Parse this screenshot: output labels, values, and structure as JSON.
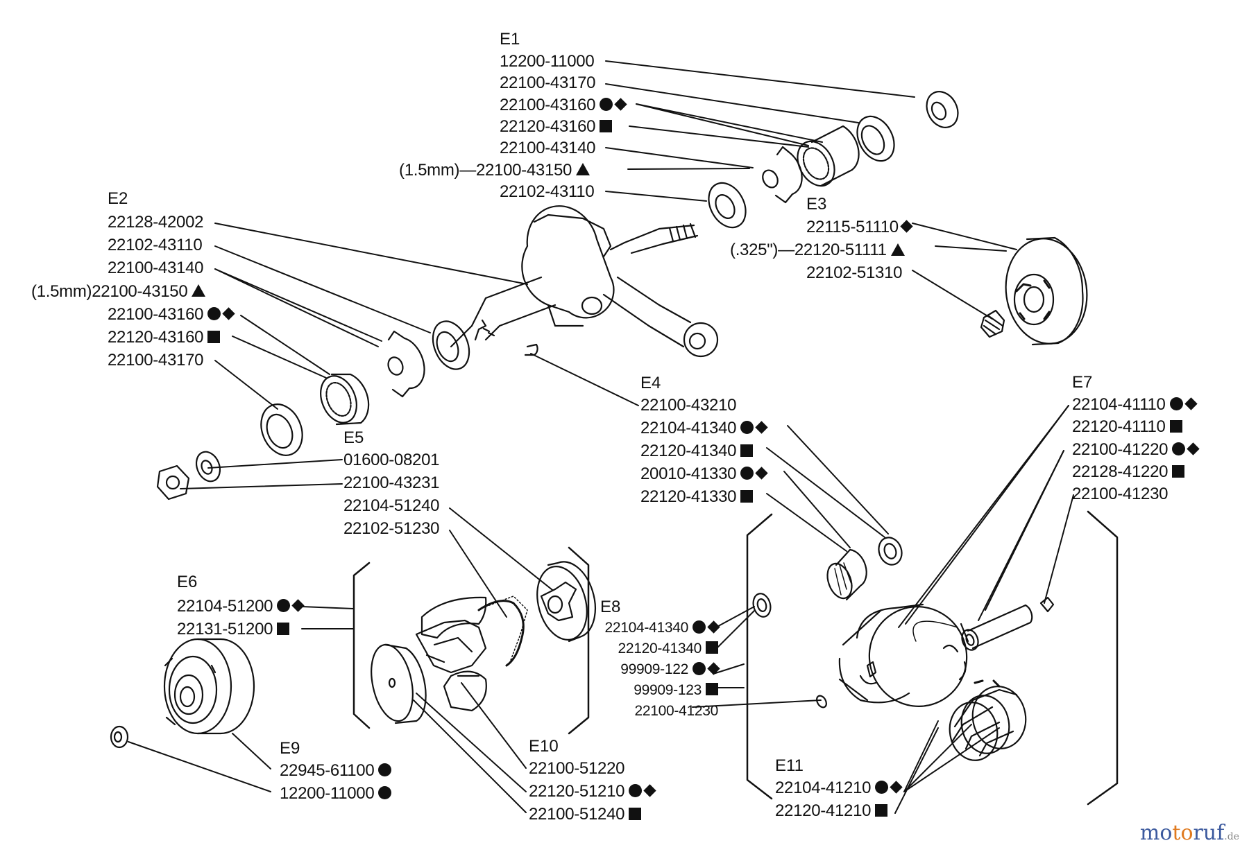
{
  "groups": {
    "e1": {
      "title": "E1",
      "parts": [
        {
          "part": "12200-11000",
          "prefix": "",
          "symbols": []
        },
        {
          "part": "22100-43170",
          "prefix": "",
          "symbols": []
        },
        {
          "part": "22100-43160",
          "prefix": "",
          "symbols": [
            "circle",
            "diamond"
          ]
        },
        {
          "part": "22120-43160",
          "prefix": "",
          "symbols": [
            "square"
          ]
        },
        {
          "part": "22100-43140",
          "prefix": "",
          "symbols": []
        },
        {
          "part": "22100-43150",
          "prefix": "(1.5mm)—",
          "symbols": [
            "triangle"
          ]
        },
        {
          "part": "22102-43110",
          "prefix": "",
          "symbols": []
        }
      ]
    },
    "e2": {
      "title": "E2",
      "parts": [
        {
          "part": "22128-42002",
          "prefix": "",
          "symbols": []
        },
        {
          "part": "22102-43110",
          "prefix": "",
          "symbols": []
        },
        {
          "part": "22100-43140",
          "prefix": "",
          "symbols": []
        },
        {
          "part": "22100-43150",
          "prefix": "(1.5mm)",
          "symbols": [
            "triangle"
          ]
        },
        {
          "part": "22100-43160",
          "prefix": "",
          "symbols": [
            "circle",
            "diamond"
          ]
        },
        {
          "part": "22120-43160",
          "prefix": "",
          "symbols": [
            "square"
          ]
        },
        {
          "part": "22100-43170",
          "prefix": "",
          "symbols": []
        }
      ]
    },
    "e3": {
      "title": "E3",
      "parts": [
        {
          "part": "22115-51110",
          "prefix": "",
          "symbols": [
            "diamond"
          ]
        },
        {
          "part": "22120-51111",
          "prefix": "(.325\")—",
          "symbols": [
            "triangle"
          ]
        },
        {
          "part": "22102-51310",
          "prefix": "",
          "symbols": []
        }
      ]
    },
    "e4": {
      "title": "E4",
      "parts": [
        {
          "part": "22100-43210",
          "prefix": "",
          "symbols": []
        },
        {
          "part": "22104-41340",
          "prefix": "",
          "symbols": [
            "circle",
            "diamond"
          ]
        },
        {
          "part": "22120-41340",
          "prefix": "",
          "symbols": [
            "square"
          ]
        },
        {
          "part": "20010-41330",
          "prefix": "",
          "symbols": [
            "circle",
            "diamond"
          ]
        },
        {
          "part": "22120-41330",
          "prefix": "",
          "symbols": [
            "square"
          ]
        }
      ]
    },
    "e5": {
      "title": "E5",
      "parts": [
        {
          "part": "01600-08201",
          "prefix": "",
          "symbols": []
        },
        {
          "part": "22100-43231",
          "prefix": "",
          "symbols": []
        },
        {
          "part": "22104-51240",
          "prefix": "",
          "symbols": []
        },
        {
          "part": "22102-51230",
          "prefix": "",
          "symbols": []
        }
      ]
    },
    "e6": {
      "title": "E6",
      "parts": [
        {
          "part": "22104-51200",
          "prefix": "",
          "symbols": [
            "circle",
            "diamond"
          ]
        },
        {
          "part": "22131-51200",
          "prefix": "",
          "symbols": [
            "square"
          ]
        }
      ]
    },
    "e7": {
      "title": "E7",
      "parts": [
        {
          "part": "22104-41110",
          "prefix": "",
          "symbols": [
            "circle",
            "diamond"
          ]
        },
        {
          "part": "22120-41110",
          "prefix": "",
          "symbols": [
            "square"
          ]
        },
        {
          "part": "22100-41220",
          "prefix": "",
          "symbols": [
            "circle",
            "diamond"
          ]
        },
        {
          "part": "22128-41220",
          "prefix": "",
          "symbols": [
            "square"
          ]
        },
        {
          "part": "22100-41230",
          "prefix": "",
          "symbols": []
        }
      ]
    },
    "e8": {
      "title": "E8",
      "parts": [
        {
          "part": "22104-41340",
          "prefix": "",
          "symbols": [
            "circle",
            "diamond"
          ]
        },
        {
          "part": "22120-41340",
          "prefix": "",
          "symbols": [
            "square"
          ]
        },
        {
          "part": "99909-122",
          "prefix": "",
          "symbols": [
            "circle",
            "diamond"
          ]
        },
        {
          "part": "99909-123",
          "prefix": "",
          "symbols": [
            "square"
          ]
        },
        {
          "part": "22100-41230",
          "prefix": "",
          "symbols": []
        }
      ]
    },
    "e9": {
      "title": "E9",
      "parts": [
        {
          "part": "22945-61100",
          "prefix": "",
          "symbols": [
            "circle"
          ]
        },
        {
          "part": "12200-11000",
          "prefix": "",
          "symbols": [
            "circle"
          ]
        }
      ]
    },
    "e10": {
      "title": "E10",
      "parts": [
        {
          "part": "22100-51220",
          "prefix": "",
          "symbols": []
        },
        {
          "part": "22120-51210",
          "prefix": "",
          "symbols": [
            "circle",
            "diamond"
          ]
        },
        {
          "part": "22100-51240",
          "prefix": "",
          "symbols": [
            "square"
          ]
        }
      ]
    },
    "e11": {
      "title": "E11",
      "parts": [
        {
          "part": "22104-41210",
          "prefix": "",
          "symbols": [
            "circle",
            "diamond"
          ]
        },
        {
          "part": "22120-41210",
          "prefix": "",
          "symbols": [
            "square"
          ]
        }
      ]
    }
  },
  "watermark": {
    "part1": "mo",
    "part2": "to",
    "part3": "ruf",
    "suffix": ".de"
  },
  "colors": {
    "ink": "#111111",
    "watermark_blue": "#3c5a9e",
    "watermark_orange": "#e07a1f"
  }
}
